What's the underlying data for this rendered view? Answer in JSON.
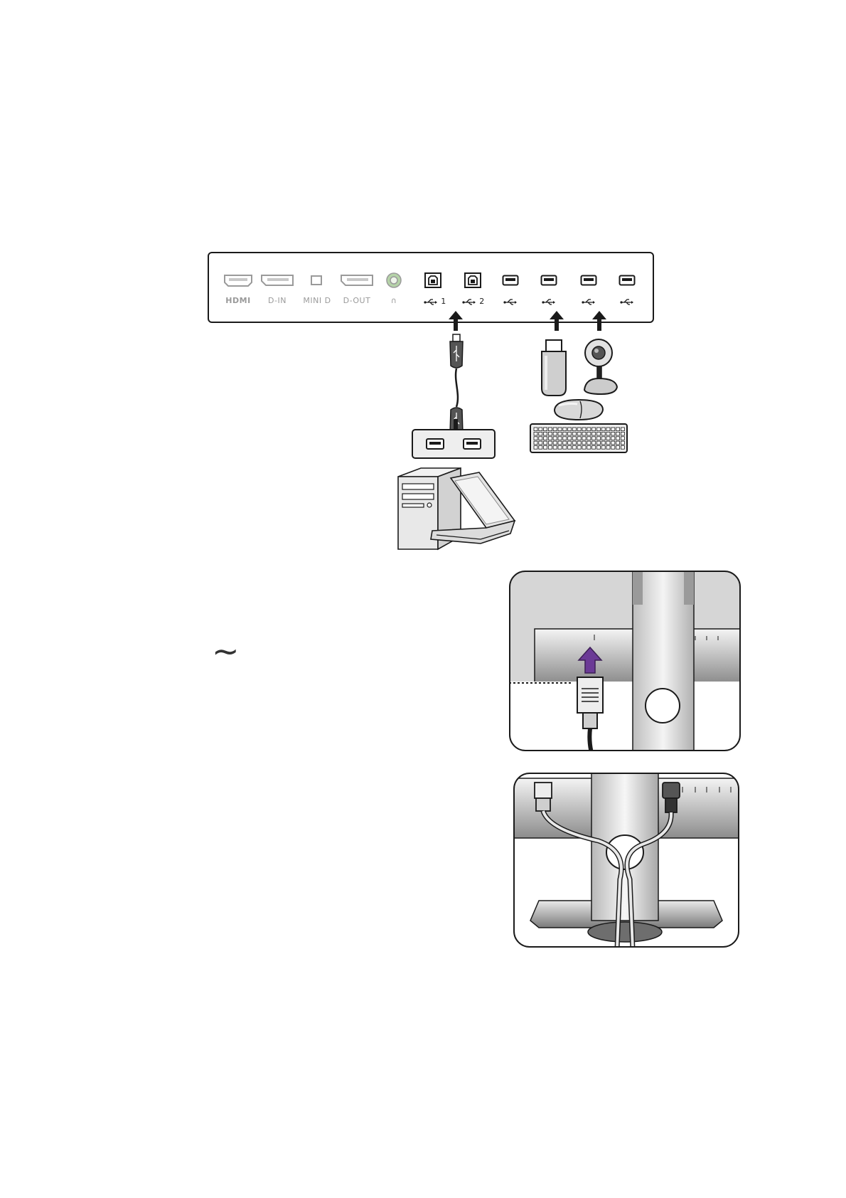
{
  "ports": {
    "hdmi": "HDMI",
    "dp_in": "D-IN",
    "mini_dp": "MINI D",
    "dp_out": "D-OUT",
    "headphone": "∩",
    "usb_up_1": "1",
    "usb_up_2": "2"
  },
  "symbols": {
    "ac_tilde": "~"
  },
  "colors": {
    "line": "#1a1a1a",
    "port_gray": "#9a9a9a",
    "arrow_purple": "#6b3a96",
    "headphone_green": "#b5d3a8",
    "metal_light": "#e8e8e8",
    "metal_dark": "#8c8c8c"
  },
  "icons": [
    "usb-icon",
    "up-arrow-icon",
    "down-arrow-icon",
    "usb-flash-drive-icon",
    "webcam-icon",
    "mouse-icon",
    "keyboard-icon",
    "desktop-pc-icon",
    "laptop-icon",
    "power-cord-icon",
    "cable-tie-icon"
  ]
}
